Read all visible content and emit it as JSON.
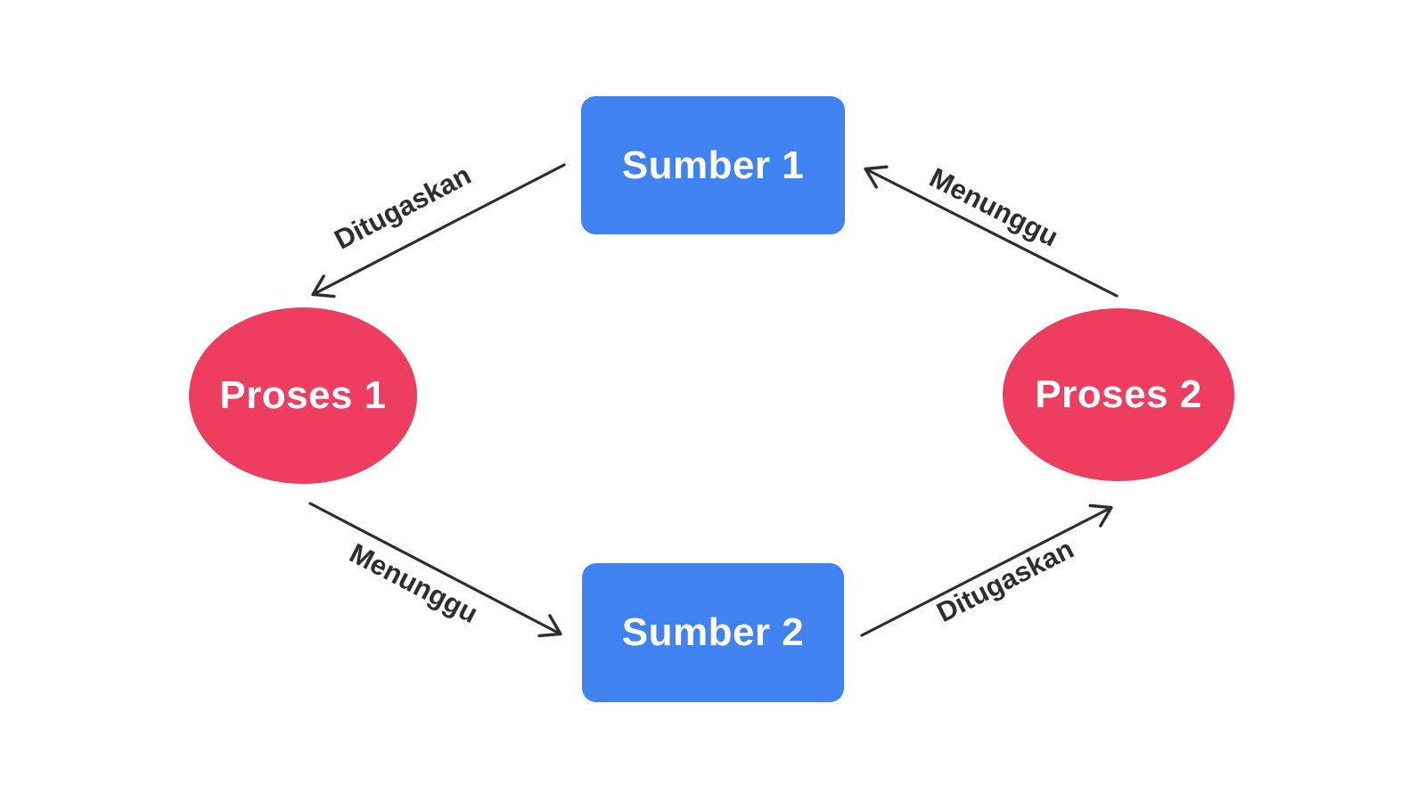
{
  "diagram": {
    "title": "Resource allocation deadlock diagram",
    "background_color": "#ffffff",
    "arrow_color": "#2e2e2e",
    "nodes": {
      "sumber1": {
        "label": "Sumber 1",
        "shape": "rectangle",
        "fill": "#4083f0",
        "text_color": "#ffffff"
      },
      "sumber2": {
        "label": "Sumber 2",
        "shape": "rectangle",
        "fill": "#4083f0",
        "text_color": "#ffffff"
      },
      "proses1": {
        "label": "Proses 1",
        "shape": "ellipse",
        "fill": "#ee3e5f",
        "text_color": "#ffffff"
      },
      "proses2": {
        "label": "Proses 2",
        "shape": "ellipse",
        "fill": "#ee3e5f",
        "text_color": "#ffffff"
      }
    },
    "edges": [
      {
        "label": "Ditugaskan",
        "from": "sumber1",
        "to": "proses1"
      },
      {
        "label": "Menunggu",
        "from": "proses2",
        "to": "sumber1"
      },
      {
        "label": "Menunggu",
        "from": "proses1",
        "to": "sumber2"
      },
      {
        "label": "Ditugaskan",
        "from": "sumber2",
        "to": "proses2"
      }
    ]
  }
}
